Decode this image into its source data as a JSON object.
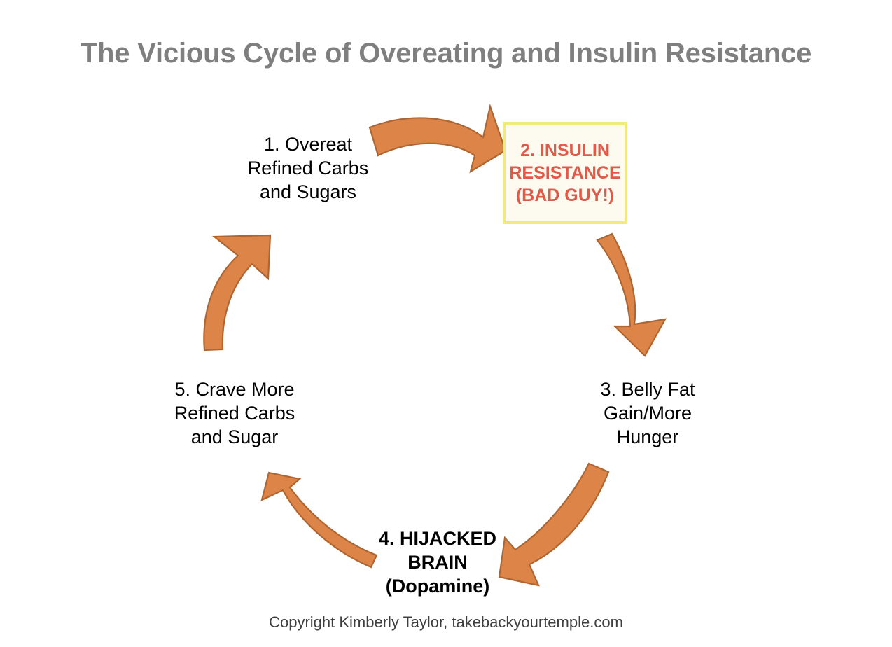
{
  "diagram": {
    "title": "The Vicious Cycle of Overeating and Insulin Resistance",
    "footer": "Copyright Kimberly Taylor, takebackyourtemple.com",
    "colors": {
      "title_gray": "#7f7f7f",
      "arrow_orange": "#dd8549",
      "arrow_outline": "#b4672f",
      "box_fill": "#fdfbef",
      "box_border": "#f2e97f",
      "box_text_red": "#e2594a",
      "label_black": "#000000",
      "footer_gray": "#3f3f3f",
      "background": "#ffffff"
    },
    "nodes": [
      {
        "id": "node-1",
        "number": "1",
        "label": "1. Overeat\nRefined Carbs\nand Sugars",
        "emphasis": "normal",
        "position": "top-left"
      },
      {
        "id": "node-2",
        "number": "2",
        "label": "2. INSULIN\nRESISTANCE\n(BAD GUY!)",
        "emphasis": "boxed-highlight",
        "position": "top-right"
      },
      {
        "id": "node-3",
        "number": "3",
        "label": "3. Belly Fat\nGain/More\nHunger",
        "emphasis": "normal",
        "position": "right"
      },
      {
        "id": "node-4",
        "number": "4",
        "label": "4. HIJACKED\nBRAIN\n(Dopamine)",
        "emphasis": "bold",
        "position": "bottom"
      },
      {
        "id": "node-5",
        "number": "5",
        "label": "5. Crave More\nRefined Carbs\nand Sugar",
        "emphasis": "normal",
        "position": "left"
      }
    ],
    "arrows": [
      {
        "id": "arrow-1-to-2",
        "from": "node-1",
        "to": "node-2",
        "direction": "up-right",
        "style": "curved-block-arrow"
      },
      {
        "id": "arrow-2-to-3",
        "from": "node-2",
        "to": "node-3",
        "direction": "down",
        "style": "curved-block-arrow"
      },
      {
        "id": "arrow-3-to-4",
        "from": "node-3",
        "to": "node-4",
        "direction": "down-left",
        "style": "curved-block-arrow"
      },
      {
        "id": "arrow-4-to-5",
        "from": "node-4",
        "to": "node-5",
        "direction": "up-left",
        "style": "curved-block-arrow"
      },
      {
        "id": "arrow-5-to-1",
        "from": "node-5",
        "to": "node-1",
        "direction": "up-right",
        "style": "curved-block-arrow"
      }
    ]
  }
}
